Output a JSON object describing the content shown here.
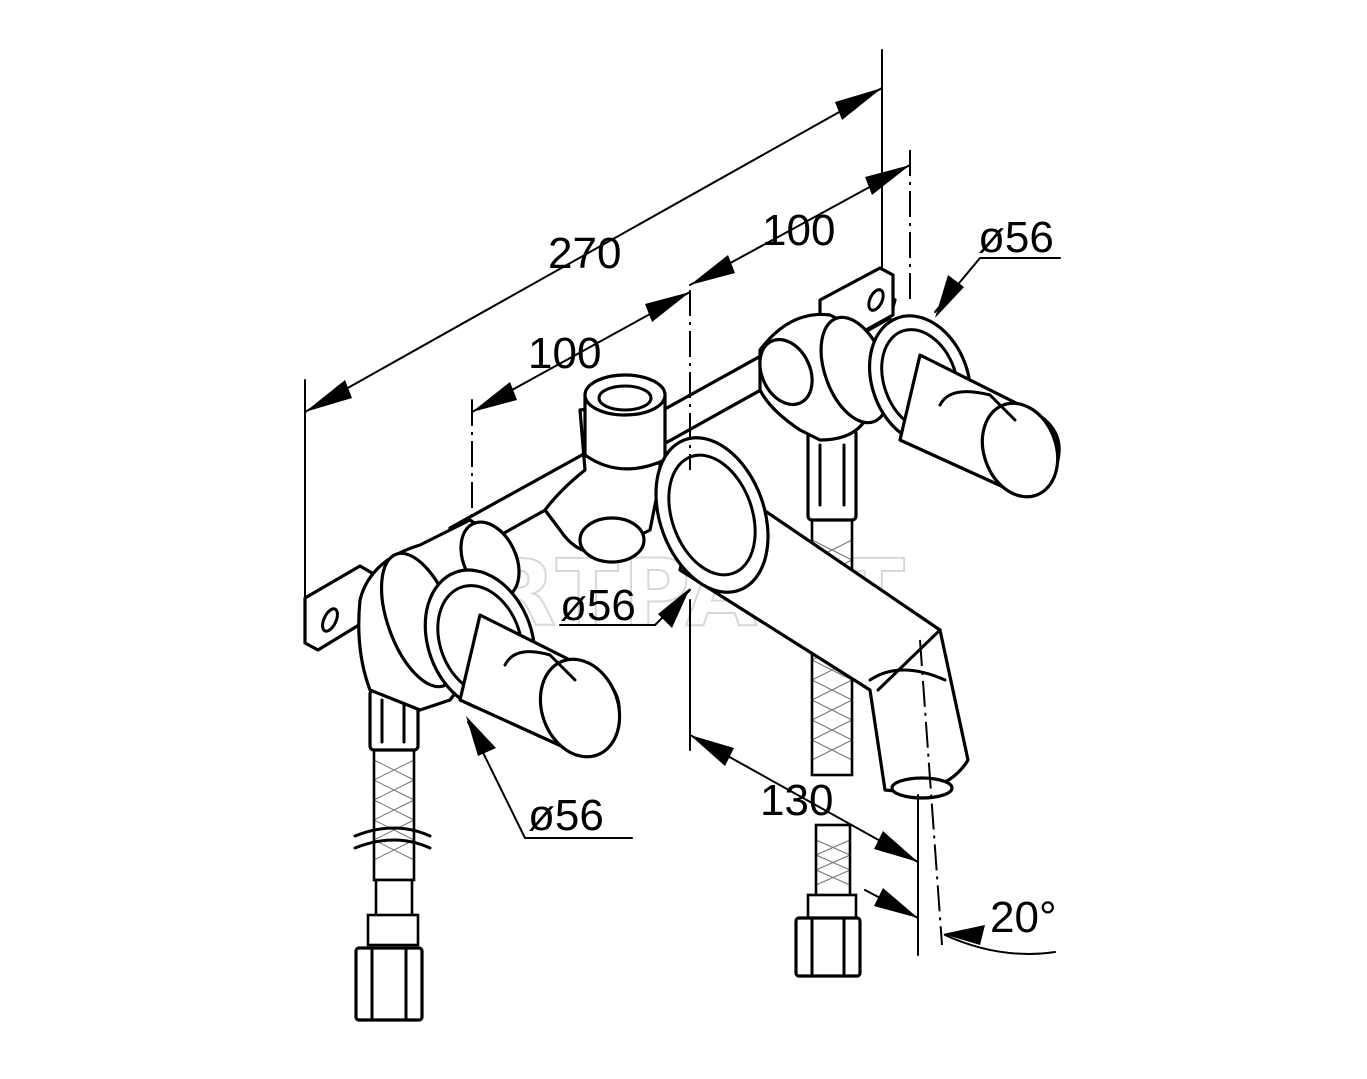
{
  "dimensions": {
    "overall_width": "270",
    "spacing_right": "100",
    "spacing_left": "100",
    "rosette_right": "ø56",
    "rosette_center": "ø56",
    "rosette_left": "ø56",
    "spout_projection": "130",
    "spout_angle": "20°"
  },
  "watermark": "ARTPANT"
}
